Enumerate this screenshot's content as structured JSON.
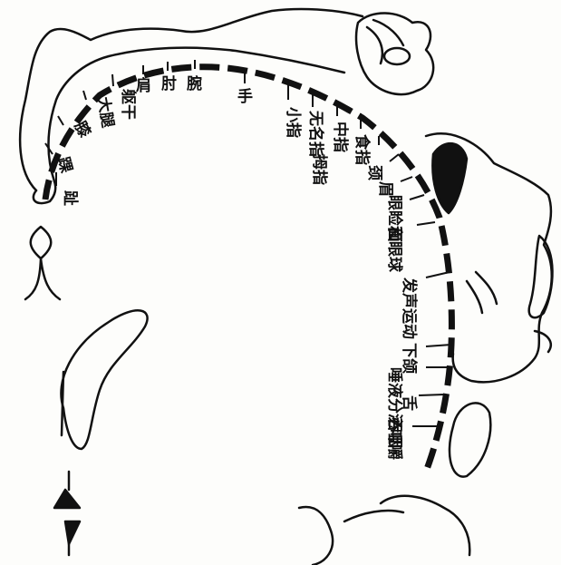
{
  "labels": {
    "toe": "趾",
    "ankle": "踝",
    "knee": "膝",
    "thigh": "大腿",
    "trunk": "躯干",
    "shoulder": "肩",
    "elbow": "肘",
    "wrist": "腕",
    "hand": "手",
    "little_finger": "小指",
    "ring_finger": "无名指",
    "middle_finger": "中指",
    "index_finger": "食指",
    "thumb": "拇指",
    "neck": "颈",
    "brow": "眉",
    "eyelid_eyeball": "眼睑和眼球",
    "face": "面",
    "vocalization": "发声运动",
    "jaw": "下颌",
    "salivation_mastication": "唾液分泌咀嚼",
    "tongue": "舌",
    "swallowing": "吞咽"
  },
  "colors": {
    "ink": "#111111",
    "paper": "#fdfdfb"
  }
}
